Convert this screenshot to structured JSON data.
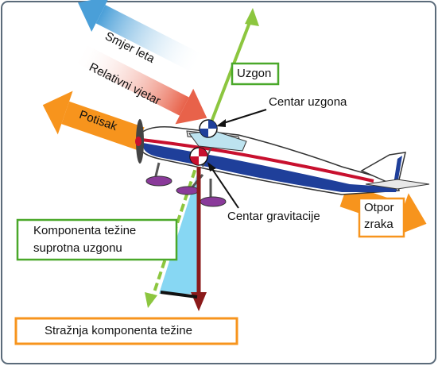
{
  "colors": {
    "frame_border": "#5b6b7a",
    "lift_arrow": "#8cc63f",
    "weight_arrow": "#8b1a1a",
    "thrust_drag_arrow": "#f7941d",
    "flight_direction_arrow": "#4a9fd8",
    "relative_wind_arrow": "#e8624a",
    "weight_component_fill": "#87d7f3",
    "plane_red": "#c8102e",
    "plane_blue": "#1f3f9a",
    "green_box_border": "#4aa82a",
    "orange_box_border": "#f7941d"
  },
  "labels": {
    "flight_direction": "Smjer leta",
    "relative_wind": "Relativni vjetar",
    "lift": "Uzgon",
    "center_of_lift": "Centar uzgona",
    "thrust": "Potisak",
    "center_of_gravity": "Centar gravitacije",
    "drag_line1": "Otpor",
    "drag_line2": "zraka",
    "weight_component_line1": "Komponenta težine",
    "weight_component_line2": "suprotna uzgonu",
    "rearward_weight_component": "Stražnja komponenta težine"
  }
}
